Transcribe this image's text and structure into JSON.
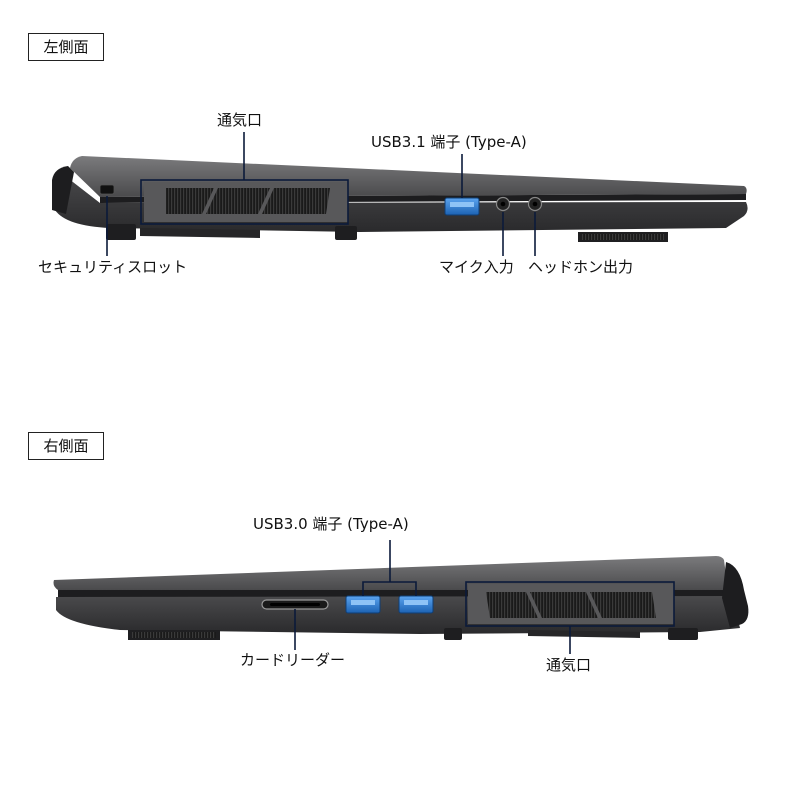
{
  "left_side": {
    "title": "左側面",
    "labels": {
      "vent": "通気口",
      "usb": "USB3.1 端子 (Type-A)",
      "security": "セキュリティスロット",
      "mic": "マイク入力",
      "headphone": "ヘッドホン出力"
    }
  },
  "right_side": {
    "title": "右側面",
    "labels": {
      "usb": "USB3.0 端子 (Type-A)",
      "card_reader": "カードリーダー",
      "vent": "通気口"
    }
  },
  "colors": {
    "callout_line": "#0b1a3a",
    "usb_port": "#2b7fd6",
    "body_dark": "#3a3a3c",
    "body_light": "#6a6a6c"
  }
}
